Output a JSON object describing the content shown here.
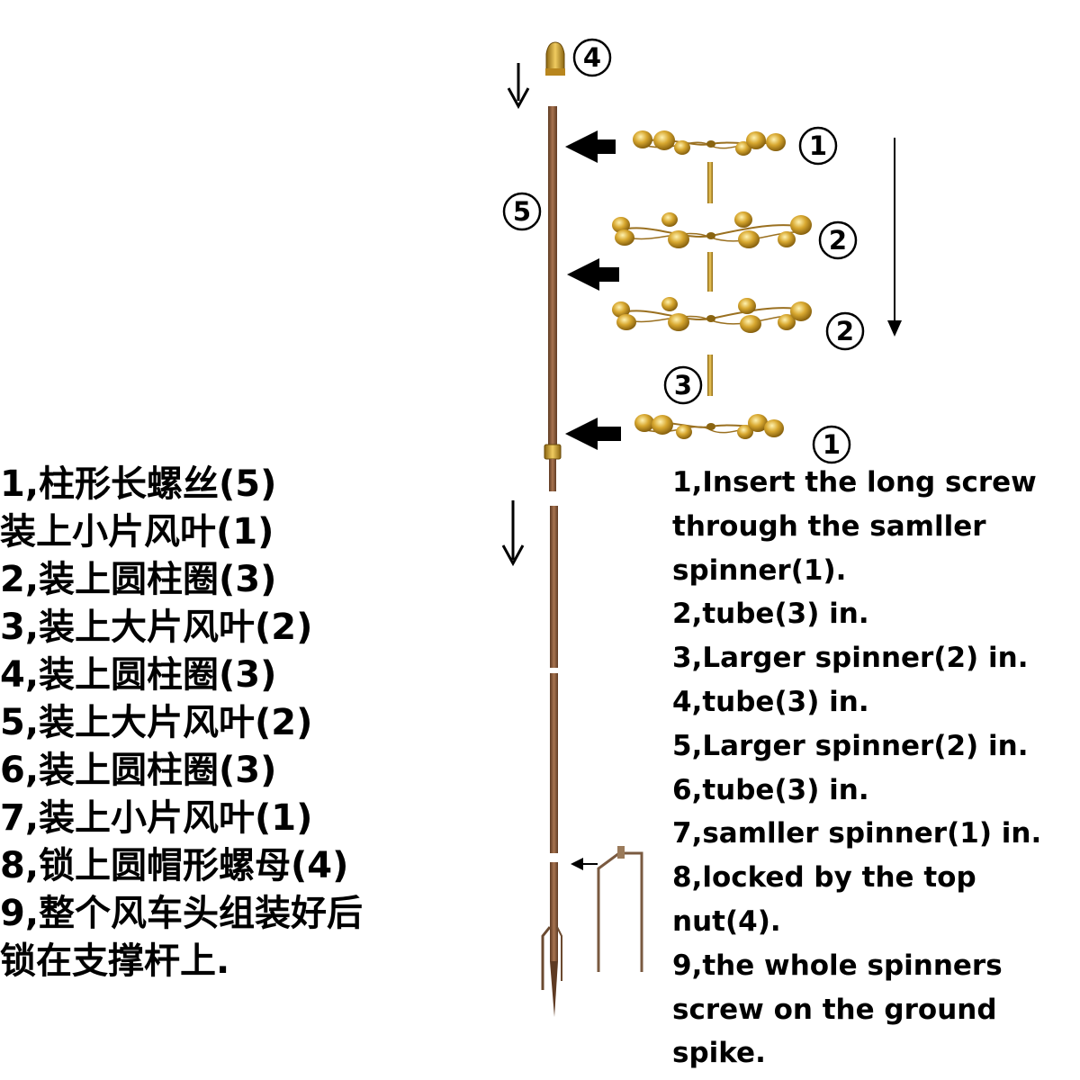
{
  "part_labels": [
    "1",
    "2",
    "3",
    "4",
    "5"
  ],
  "steps_cn": [
    "1,柱形长螺丝(5)",
    "装上小片风叶(1)",
    "2,装上圆柱圈(3)",
    "3,装上大片风叶(2)",
    "4,装上圆柱圈(3)",
    "5,装上大片风叶(2)",
    "6,装上圆柱圈(3)",
    "7,装上小片风叶(1)",
    "8,锁上圆帽形螺母(4)",
    "9,整个风车头组装好后",
    "锁在支撑杆上."
  ],
  "steps_en": [
    "1,Insert the long screw",
    "through the samller",
    "spinner(1).",
    "2,tube(3) in.",
    "3,Larger spinner(2) in.",
    "4,tube(3) in.",
    "5,Larger spinner(2) in.",
    "6,tube(3) in.",
    "7,samller spinner(1) in.",
    "8,locked by the top",
    "nut(4).",
    "9,the whole spinners",
    "screw on the ground",
    "spike."
  ],
  "colors": {
    "brass": "#c89a2a",
    "brass_dark": "#8a6410",
    "rod": "#8a5a3a",
    "rod_dark": "#5e3a22",
    "text": "#000000"
  }
}
